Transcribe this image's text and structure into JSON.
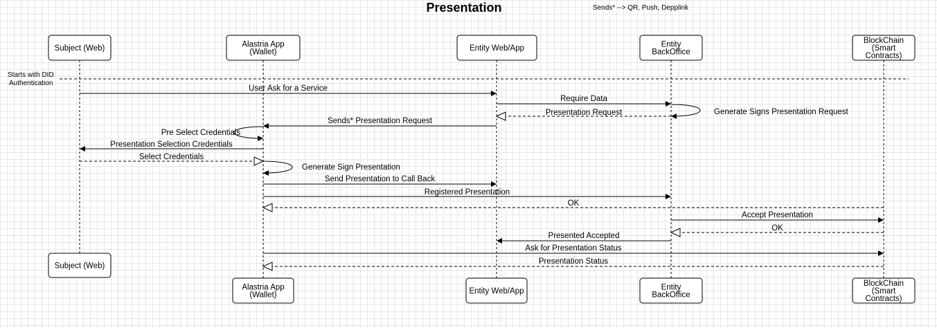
{
  "title": "Presentation",
  "note": "Sends* --> QR, Push, Depplink",
  "left_label": [
    "Starts with DID",
    "Authentication"
  ],
  "participants_top": [
    {
      "id": "subject",
      "lines": [
        "Subject (Web)"
      ]
    },
    {
      "id": "alastria",
      "lines": [
        "Alastria App",
        "(Wallet)"
      ]
    },
    {
      "id": "entityweb",
      "lines": [
        "Entity Web/App"
      ]
    },
    {
      "id": "backoffice",
      "lines": [
        "Entity",
        "BackOffice"
      ]
    },
    {
      "id": "blockchain",
      "lines": [
        "BlockChain",
        "(Smart",
        "Contracts)"
      ]
    }
  ],
  "participants_bottom": [
    {
      "id": "subject",
      "lines": [
        "Subject (Web)"
      ]
    },
    {
      "id": "alastria",
      "lines": [
        "Alastria App",
        "(Wallet)"
      ]
    },
    {
      "id": "entityweb",
      "lines": [
        "Entity Web/App"
      ]
    },
    {
      "id": "backoffice",
      "lines": [
        "Entity",
        "BackOffice"
      ]
    },
    {
      "id": "blockchain",
      "lines": [
        "BlockChain",
        "(Smart",
        "Contracts)"
      ]
    }
  ],
  "messages": [
    {
      "label": "User Ask for a Service",
      "from": "subject",
      "to": "entityweb",
      "style": "solid"
    },
    {
      "label": "Require Data",
      "from": "entityweb",
      "to": "backoffice",
      "style": "solid"
    },
    {
      "label": "Generate Signs Presentation Request",
      "from": "backoffice",
      "to": "backoffice",
      "style": "self"
    },
    {
      "label": "Presentation Request",
      "from": "backoffice",
      "to": "entityweb",
      "style": "dashed"
    },
    {
      "label": "Sends* Presentation Request",
      "from": "entityweb",
      "to": "alastria",
      "style": "solid"
    },
    {
      "label": "Pre Select Credentials",
      "from": "alastria",
      "to": "alastria",
      "style": "self"
    },
    {
      "label": "Presentation Selection Credentials",
      "from": "alastria",
      "to": "subject",
      "style": "solid"
    },
    {
      "label": "Select Credentials",
      "from": "subject",
      "to": "alastria",
      "style": "dashed"
    },
    {
      "label": "Generate Sign Presentation",
      "from": "alastria",
      "to": "alastria",
      "style": "self"
    },
    {
      "label": "Send Presentation to Call Back",
      "from": "alastria",
      "to": "entityweb",
      "style": "solid"
    },
    {
      "label": "Registered Presentation",
      "from": "alastria",
      "to": "backoffice",
      "style": "solid"
    },
    {
      "label": "OK",
      "from": "blockchain",
      "to": "alastria",
      "style": "dashed"
    },
    {
      "label": "Accept Presentation",
      "from": "backoffice",
      "to": "blockchain",
      "style": "solid"
    },
    {
      "label": "OK",
      "from": "blockchain",
      "to": "backoffice",
      "style": "dashed"
    },
    {
      "label": "Presented Accepted",
      "from": "backoffice",
      "to": "entityweb",
      "style": "solid"
    },
    {
      "label": "Ask for Presentation Status",
      "from": "alastria",
      "to": "blockchain",
      "style": "solid"
    },
    {
      "label": "Presentation Status",
      "from": "blockchain",
      "to": "alastria",
      "style": "dashed"
    }
  ]
}
